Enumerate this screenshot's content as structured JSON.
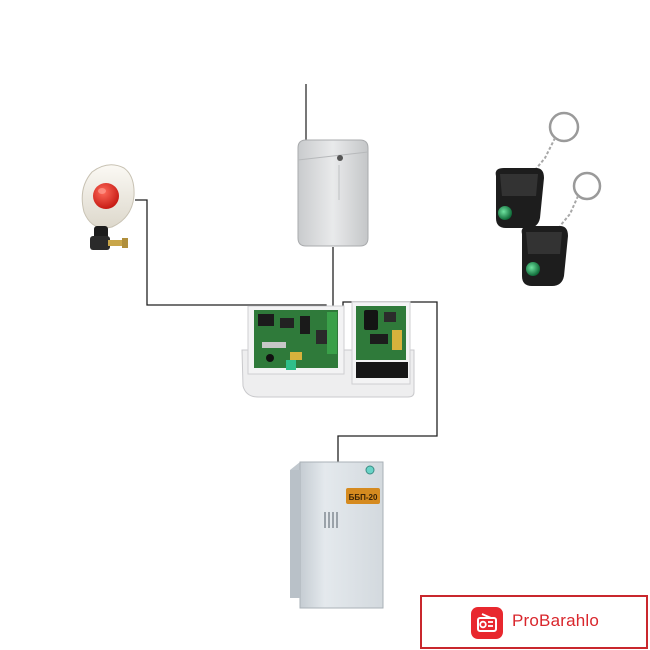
{
  "diagram": {
    "nodes": [
      {
        "id": "panic-button",
        "icon": "panic-button-icon"
      },
      {
        "id": "radio-receiver",
        "icon": "antenna-receiver-icon"
      },
      {
        "id": "key-fobs",
        "icon": "key-fob-icon"
      },
      {
        "id": "control-panel",
        "icon": "circuit-board-icon"
      },
      {
        "id": "power-supply",
        "icon": "power-supply-icon"
      }
    ],
    "power_supply_label": "ББП-20",
    "colors": {
      "wire": "#222222",
      "panic_button_red": "#e5231f",
      "fob_led": "#1e9a5a",
      "pcb_green": "#2f7a3a",
      "psu_body": "#dfe4e8",
      "label_amber": "#d58a1f"
    }
  },
  "watermark": {
    "text": "ProBarahlo",
    "color": "#d9262c"
  }
}
